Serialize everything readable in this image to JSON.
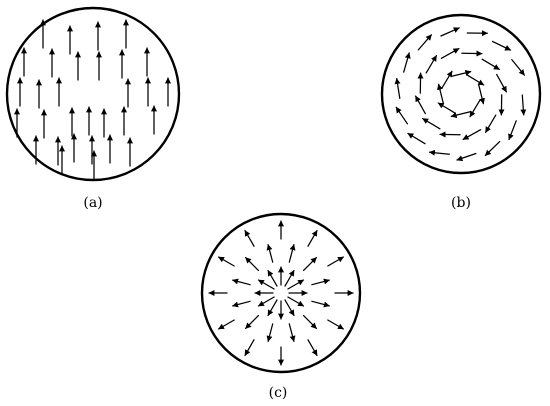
{
  "figure": {
    "panels": [
      {
        "id": "a",
        "label": "(a)",
        "pattern": "parallel-upward-arrows"
      },
      {
        "id": "b",
        "label": "(b)",
        "pattern": "curved-flow-arrows"
      },
      {
        "id": "c",
        "label": "(c)",
        "pattern": "radial-outward-arrows"
      }
    ],
    "stroke_color": "#000000",
    "background_color": "#ffffff",
    "icons": [
      "arrowhead-icon"
    ]
  }
}
